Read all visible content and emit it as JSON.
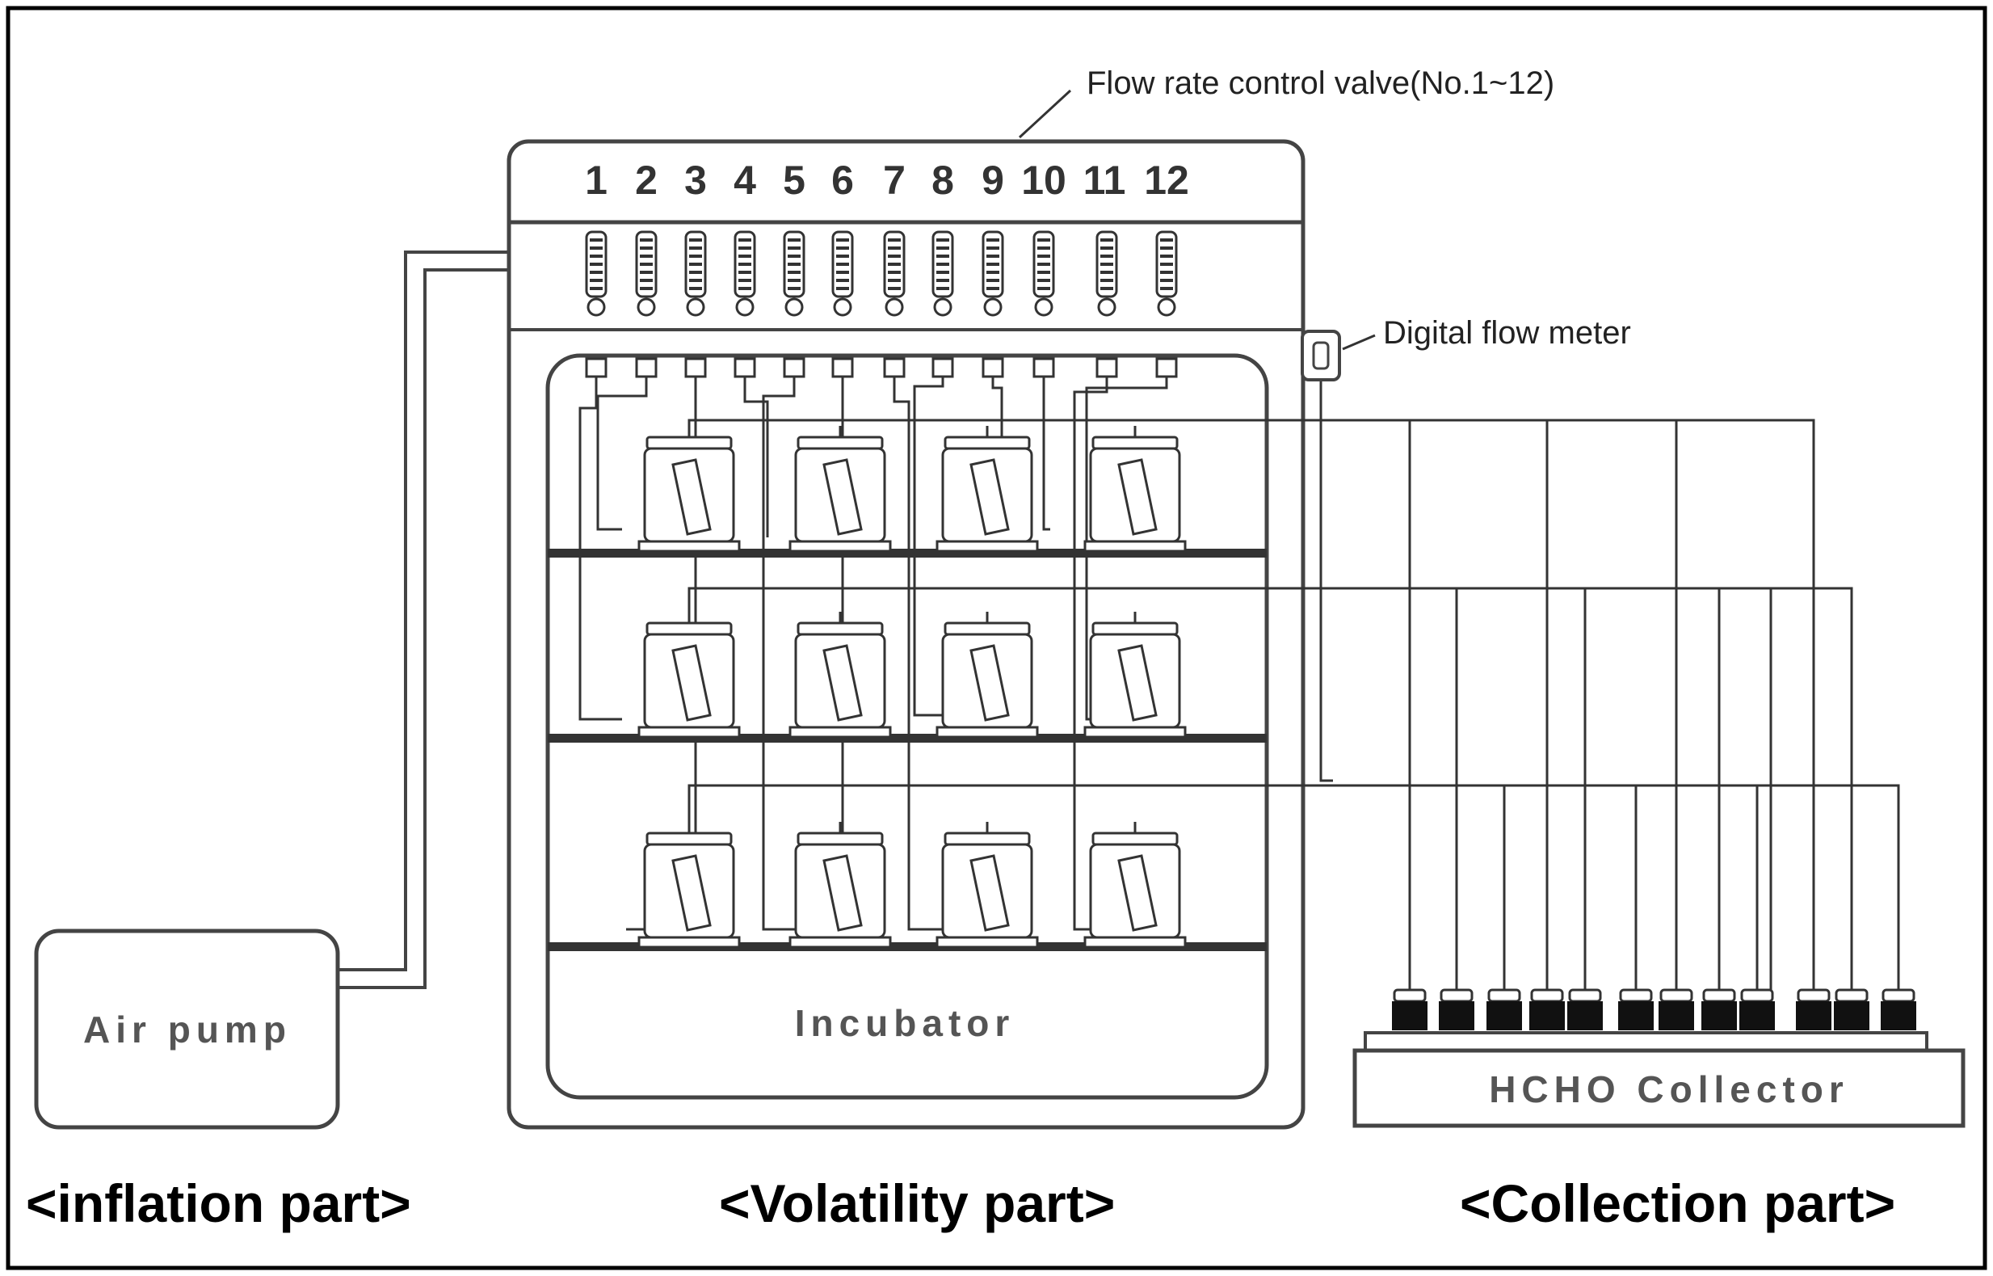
{
  "labels": {
    "flow_valve": "Flow rate control valve(No.1~12)",
    "digital_flow_meter": "Digital flow meter",
    "air_pump": "Air pump",
    "incubator": "Incubator",
    "hcho_collector": "HCHO Collector"
  },
  "valve_numbers": [
    "1",
    "2",
    "3",
    "4",
    "5",
    "6",
    "7",
    "8",
    "9",
    "10",
    "11",
    "12"
  ],
  "parts": {
    "inflation": "<inflation part>",
    "volatility": "<Volatility part>",
    "collection": "<Collection part>"
  },
  "colors": {
    "line": "#333333",
    "frame": "#000000",
    "background": "#ffffff"
  }
}
